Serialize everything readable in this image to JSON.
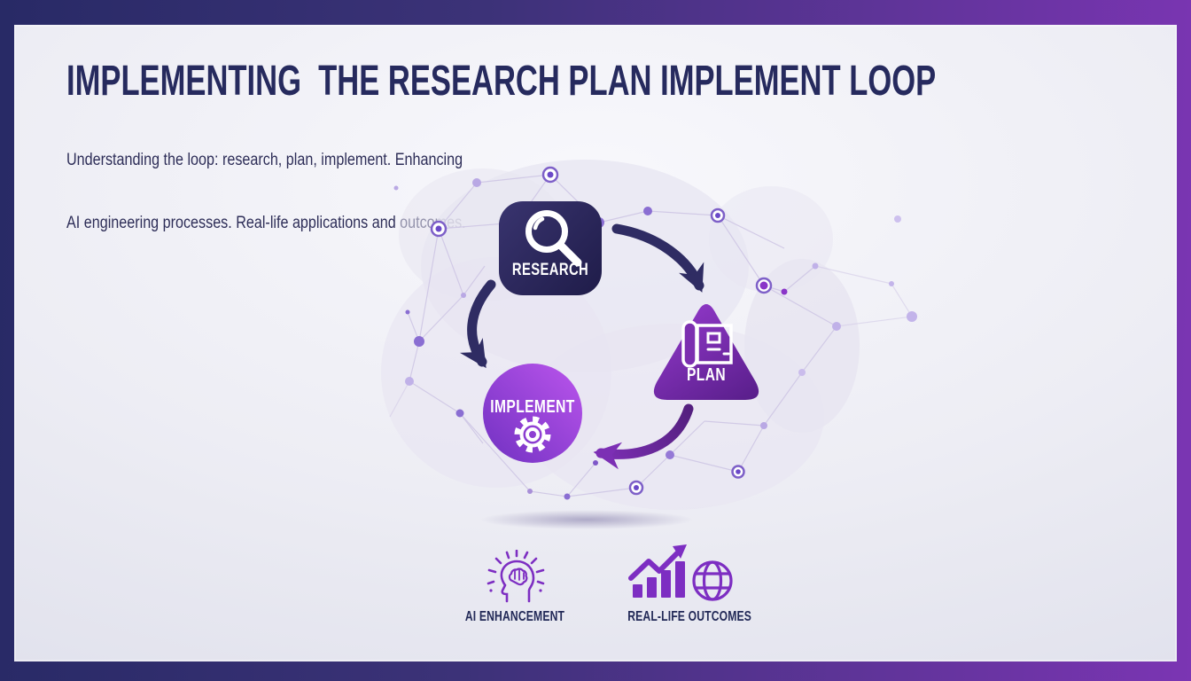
{
  "slide": {
    "title": "IMPLEMENTING  THE RESEARCH PLAN IMPLEMENT LOOP",
    "subtitle_line1": "Understanding the loop: research, plan, implement. Enhancing",
    "subtitle_line2": "AI engineering processes. Real-life applications and outcomes."
  },
  "loop": {
    "nodes": [
      {
        "id": "research",
        "label": "RESEARCH",
        "shape": "rounded-square",
        "icon": "magnifier-icon",
        "color": "#2e2b62"
      },
      {
        "id": "plan",
        "label": "PLAN",
        "shape": "rounded-triangle",
        "icon": "blueprint-icon",
        "color": "#7b2fae"
      },
      {
        "id": "implement",
        "label": "IMPLEMENT",
        "shape": "circle",
        "icon": "gear-icon",
        "color": "#9a45dd"
      }
    ],
    "arrows": [
      {
        "from": "research",
        "to": "plan",
        "color": "#2f2c63"
      },
      {
        "from": "plan",
        "to": "implement",
        "color": "#6c2aa0"
      },
      {
        "from": "research",
        "to": "implement",
        "color": "#2f2c63"
      }
    ]
  },
  "features": [
    {
      "label": "AI ENHANCEMENT",
      "icon": "ai-head-icon",
      "color": "#7d2ec2"
    },
    {
      "label": "REAL-LIFE OUTCOMES",
      "icon": "growth-globe-icon",
      "color": "#7d2ec2"
    }
  ],
  "theme": {
    "frame_gradient_left": "#282a66",
    "frame_gradient_right": "#7b35b3",
    "content_background": "#ededf4",
    "title_color": "#262a5e",
    "network_line_color": "#cfc7e5",
    "node_text_color": "#ffffff"
  }
}
